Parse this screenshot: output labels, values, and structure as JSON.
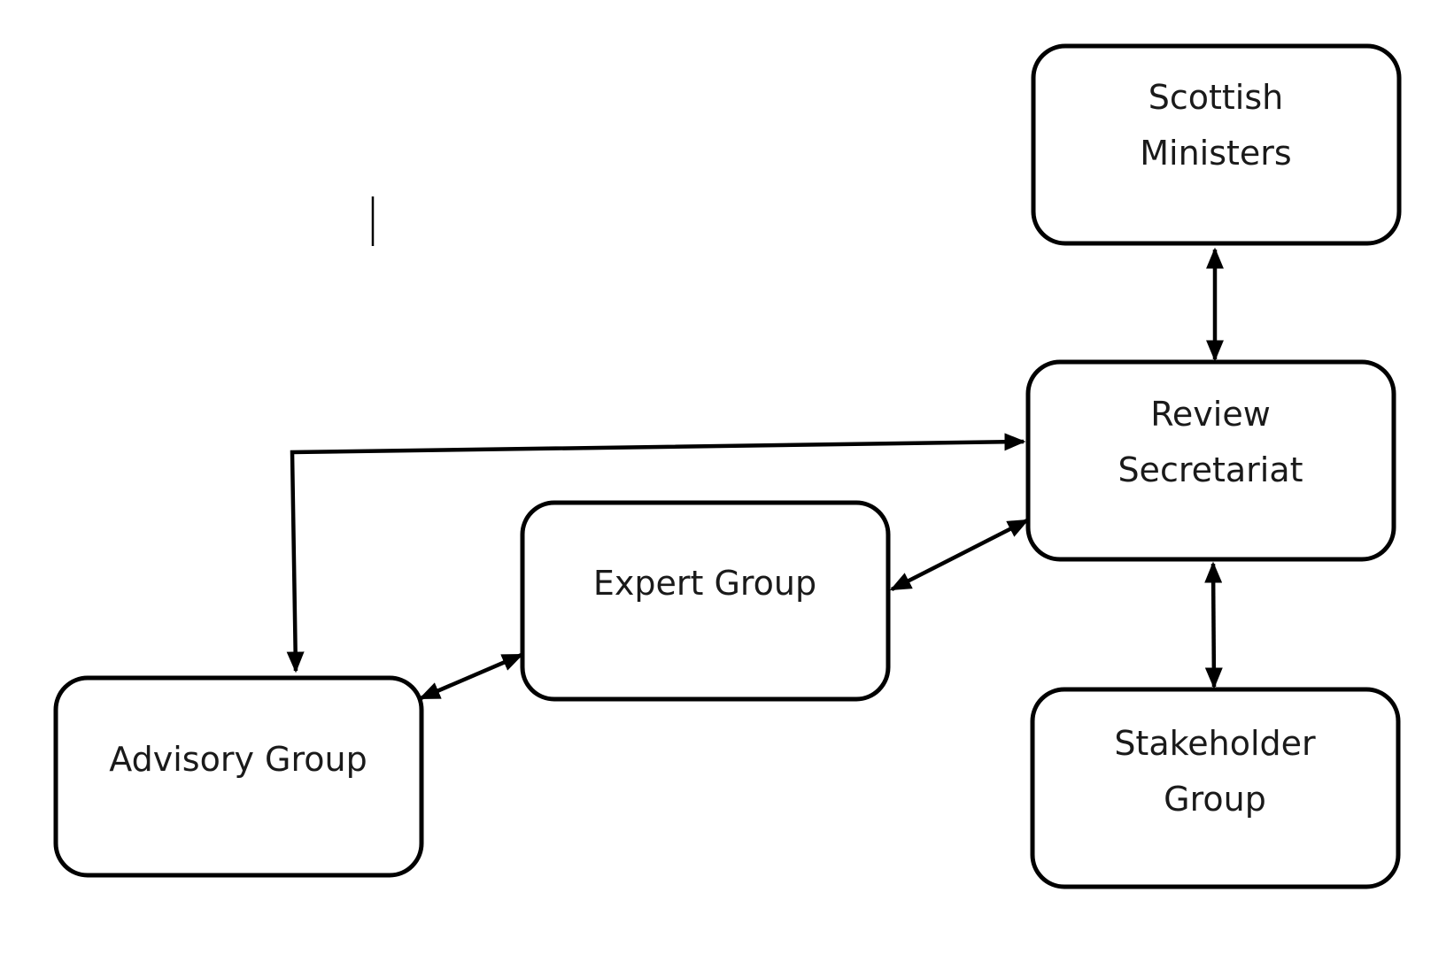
{
  "nodes": {
    "scottish_ministers": {
      "line1": "Scottish",
      "line2": "Ministers"
    },
    "review_secretariat": {
      "line1": "Review",
      "line2": "Secretariat"
    },
    "expert_group": {
      "label": "Expert Group"
    },
    "advisory_group": {
      "label": "Advisory Group"
    },
    "stakeholder_group": {
      "line1": "Stakeholder",
      "line2": "Group"
    }
  },
  "connections": [
    {
      "from": "Scottish Ministers",
      "to": "Review Secretariat",
      "direction": "both"
    },
    {
      "from": "Review Secretariat",
      "to": "Stakeholder Group",
      "direction": "both"
    },
    {
      "from": "Review Secretariat",
      "to": "Expert Group",
      "direction": "both"
    },
    {
      "from": "Expert Group",
      "to": "Advisory Group",
      "direction": "both"
    },
    {
      "from": "Advisory Group",
      "to": "Review Secretariat",
      "direction": "both"
    }
  ]
}
